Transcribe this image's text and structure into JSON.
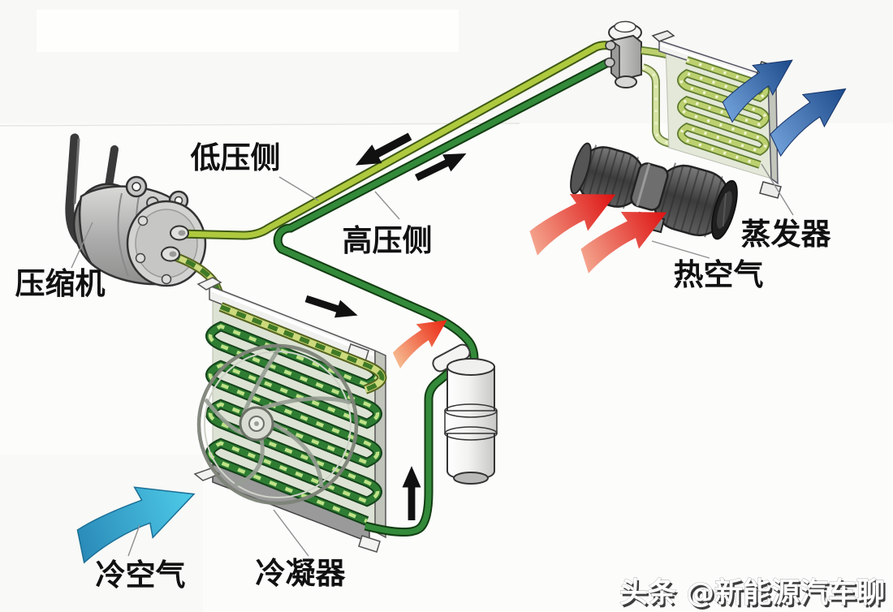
{
  "diagram": {
    "labels": {
      "low_pressure_side": "低压侧",
      "high_pressure_side": "高压侧",
      "compressor": "压缩机",
      "evaporator": "蒸发器",
      "hot_air": "热空气",
      "condenser": "冷凝器",
      "cold_air": "冷空气"
    },
    "watermark": "头条 @新能源汽车聊",
    "colors": {
      "low_pressure_pipe": "#aec93e",
      "high_pressure_pipe": "#338a3a",
      "condenser_coil": "#2e7d33",
      "evaporator_coil": "#bcd06f",
      "hot_air_arrow": "#e11414",
      "cold_air_arrow_evaporator": "#2d62ae",
      "cold_air_arrow_condenser": "#35b8e0",
      "flow_arrow": "#111111",
      "label_text": "#111111",
      "watermark_text": "#ffffff"
    }
  }
}
